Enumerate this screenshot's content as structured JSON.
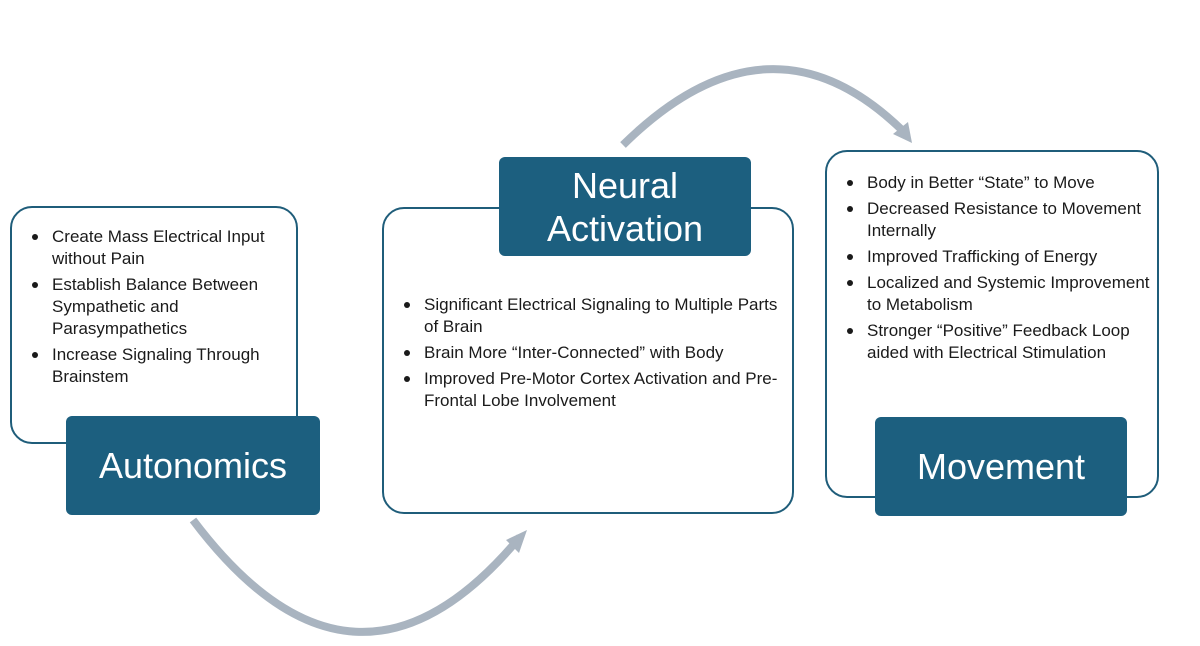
{
  "autonomics": {
    "title": "Autonomics",
    "bullets": [
      "Create Mass Electrical Input without Pain",
      "Establish Balance Between Sympathetic and Parasympathetics",
      "Increase Signaling Through Brainstem"
    ]
  },
  "neural_activation": {
    "title": "Neural\nActivation",
    "bullets": [
      "Significant Electrical Signaling to Multiple Parts of Brain",
      "Brain More “Inter-Connected” with Body",
      "Improved Pre-Motor Cortex Activation and Pre-Frontal Lobe Involvement"
    ]
  },
  "movement": {
    "title": "Movement",
    "bullets": [
      "Body in Better “State” to Move",
      "Decreased Resistance to Movement Internally",
      "Improved Trafficking of Energy",
      "Localized and Systemic Improvement to Metabolism",
      "Stronger “Positive” Feedback Loop aided with Electrical Stimulation"
    ]
  },
  "colors": {
    "label_fill": "#1c5f7f",
    "box_border": "#1f5d7a",
    "arrow": "#a9b4c0"
  }
}
